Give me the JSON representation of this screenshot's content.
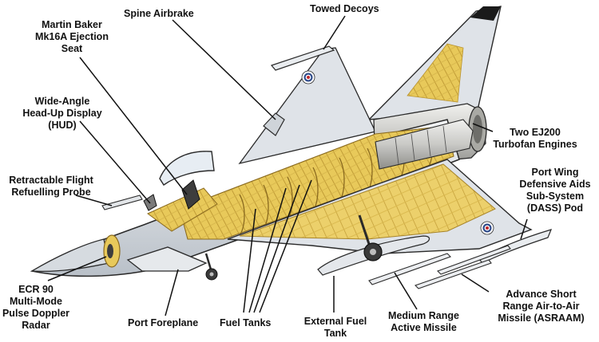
{
  "labels": {
    "spine_airbrake": "Spine Airbrake",
    "towed_decoys": "Towed Decoys",
    "ejection_seat": "Martin Baker\nMk16A Ejection\nSeat",
    "hud": "Wide-Angle\nHead-Up Display\n(HUD)",
    "refuelling_probe": "Retractable Flight\nRefuelling Probe",
    "engines": "Two EJ200\nTurbofan Engines",
    "dass_pod": "Port Wing\nDefensive Aids\nSub-System\n(DASS) Pod",
    "radar": "ECR 90\nMulti-Mode\nPulse Doppler\nRadar",
    "foreplane": "Port Foreplane",
    "fuel_tanks": "Fuel Tanks",
    "external_tank": "External Fuel\nTank",
    "medium_missile": "Medium Range\nActive Missile",
    "asraam": "Advance Short\nRange Air-to-Air\nMissile (ASRAAM)"
  },
  "colors": {
    "airframe": "#dfe3e8",
    "airframe_shade": "#b9c0c8",
    "structure": "#e8c95a",
    "structure_dark": "#c9a23a",
    "outline": "#2a2a2a",
    "roundel_red": "#c0282d",
    "roundel_blue": "#2d4a8a"
  }
}
